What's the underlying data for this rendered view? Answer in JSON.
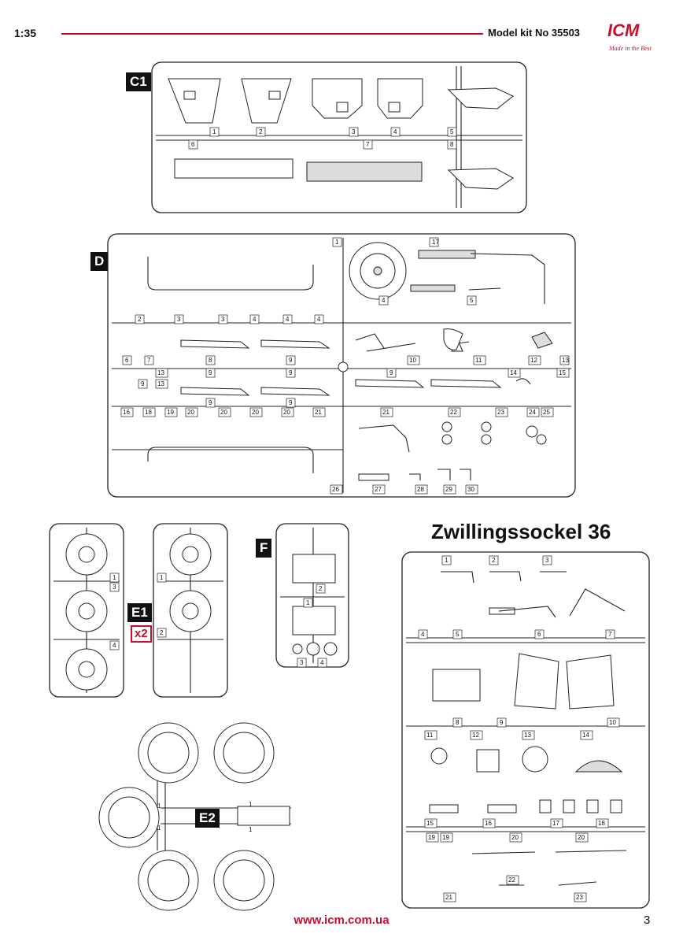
{
  "header": {
    "scale": "1:35",
    "kit": "Model kit No 35503",
    "logo": "ICM",
    "logo_tagline": "Made in the Best"
  },
  "sprues": {
    "c1": {
      "label": "C1",
      "parts": [
        "1",
        "2",
        "3",
        "4",
        "5",
        "6",
        "7",
        "8"
      ]
    },
    "d": {
      "label": "D",
      "parts": [
        "1",
        "2",
        "3",
        "3",
        "4",
        "4",
        "4",
        "4",
        "5",
        "6",
        "7",
        "8",
        "9",
        "9",
        "9",
        "9",
        "9",
        "9",
        "10",
        "11",
        "12",
        "13",
        "14",
        "15",
        "16",
        "17",
        "18",
        "19",
        "20",
        "20",
        "20",
        "20",
        "21",
        "22",
        "23",
        "24",
        "25",
        "26",
        "27",
        "28",
        "29",
        "30"
      ]
    },
    "e1": {
      "label": "E1",
      "multiplier": "x2",
      "parts_left": [
        "1",
        "3",
        "4"
      ],
      "parts_right": [
        "1",
        "2"
      ]
    },
    "f": {
      "label": "F",
      "parts": [
        "1",
        "2",
        "3",
        "4"
      ]
    },
    "e2": {
      "label": "E2",
      "parts": [
        "1",
        "1",
        "1",
        "1"
      ]
    },
    "z": {
      "title": "Zwillingssockel 36",
      "parts": [
        "1",
        "2",
        "3",
        "4",
        "5",
        "6",
        "7",
        "8",
        "9",
        "10",
        "11",
        "12",
        "13",
        "14",
        "15",
        "16",
        "17",
        "18",
        "19",
        "19",
        "20",
        "20",
        "21",
        "22",
        "23"
      ]
    }
  },
  "footer": {
    "url": "www.icm.com.ua",
    "page": "3"
  }
}
